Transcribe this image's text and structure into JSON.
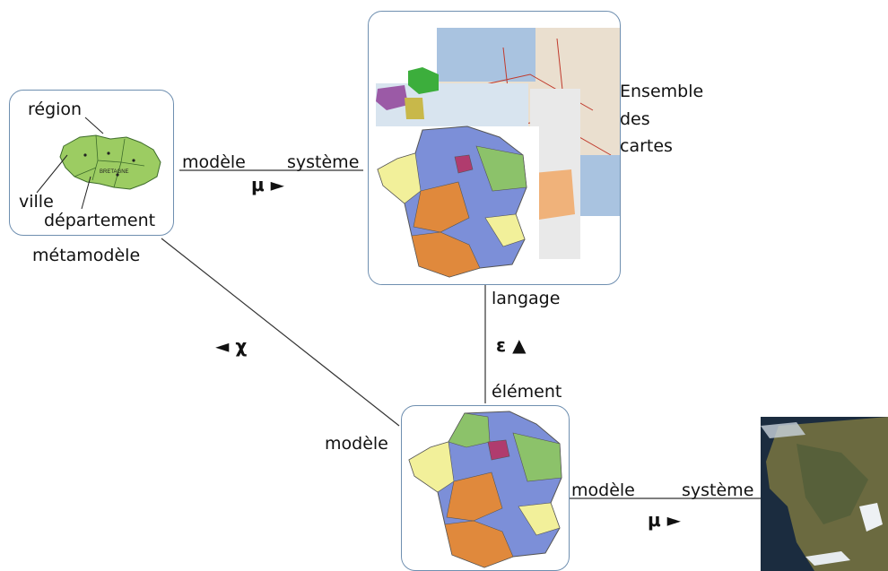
{
  "metamodel": {
    "labels": {
      "region": "région",
      "ville": "ville",
      "departement": "département"
    },
    "caption": "métamodèle"
  },
  "top_relation": {
    "left": "modèle",
    "right": "système",
    "symbol": "μ ►"
  },
  "map_set": {
    "caption_lines": [
      "Ensemble",
      "des",
      "cartes"
    ]
  },
  "vertical_relation": {
    "top": "langage",
    "symbol": "ε ▲",
    "bottom": "élément"
  },
  "diagonal_relation": {
    "symbol": "◄ χ"
  },
  "model": {
    "caption": "modèle"
  },
  "bottom_relation": {
    "left": "modèle",
    "right": "système",
    "symbol": "μ ►"
  },
  "colors": {
    "box_border": "#6f8fb0",
    "region_green": "#9ccc62",
    "dept_blue": "#7c8fd8",
    "dept_orange": "#e0893c",
    "dept_yellow": "#f2f09a",
    "dept_green": "#8cc26a",
    "dept_paris": "#b03c6e"
  }
}
